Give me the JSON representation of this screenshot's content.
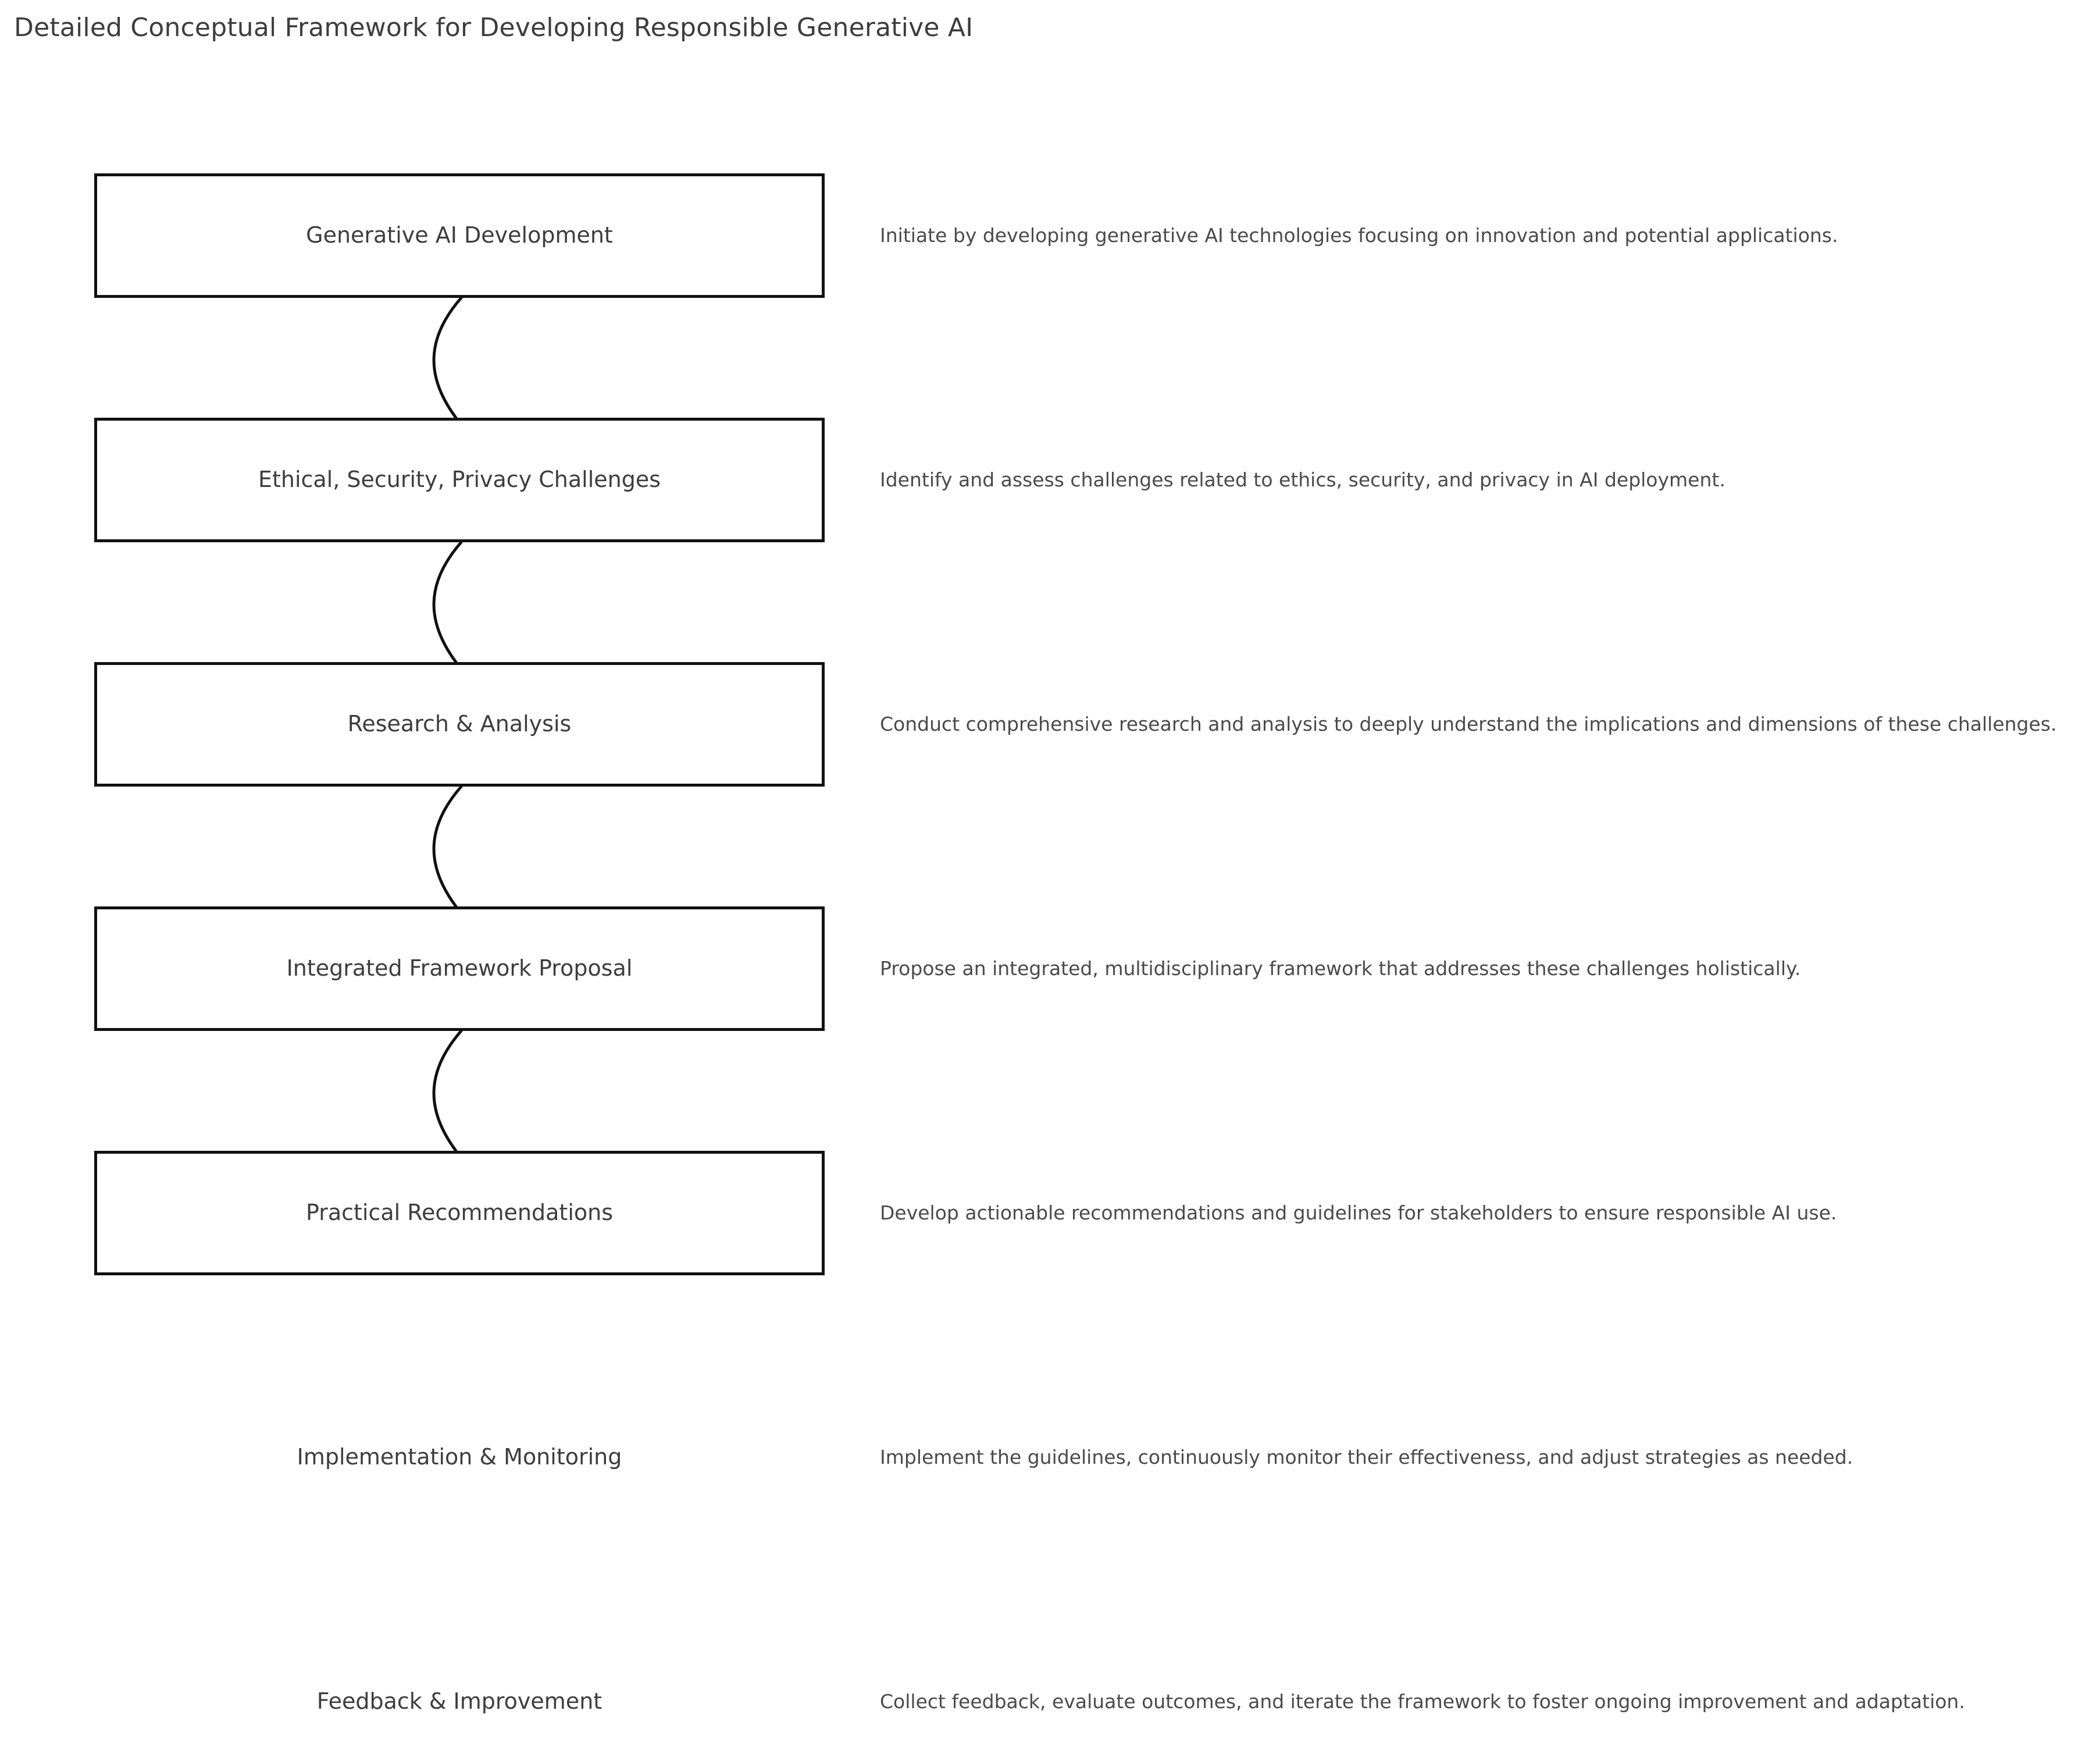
{
  "page": {
    "title": "Detailed Conceptual Framework for Developing Responsible Generative AI",
    "background_color": "#ffffff",
    "box_border_color": "#111111",
    "label_color": "#3d3d3d",
    "description_color": "#4a4a4a"
  },
  "diagram": {
    "type": "flowchart",
    "orientation": "vertical",
    "connector_style": "curved-s",
    "steps": [
      {
        "label": "Generative AI Development",
        "description": "Initiate by developing generative AI technologies focusing on innovation and potential applications.",
        "boxed": true
      },
      {
        "label": "Ethical, Security, Privacy Challenges",
        "description": "Identify and assess challenges related to ethics, security, and privacy in AI deployment.",
        "boxed": true
      },
      {
        "label": "Research & Analysis",
        "description": "Conduct comprehensive research and analysis to deeply understand the implications and dimensions of these challenges.",
        "boxed": true
      },
      {
        "label": "Integrated Framework Proposal",
        "description": "Propose an integrated, multidisciplinary framework that addresses these challenges holistically.",
        "boxed": true
      },
      {
        "label": "Practical Recommendations",
        "description": "Develop actionable recommendations and guidelines for stakeholders to ensure responsible AI use.",
        "boxed": true
      },
      {
        "label": "Implementation & Monitoring",
        "description": "Implement the guidelines, continuously monitor their effectiveness, and adjust strategies as needed.",
        "boxed": false
      },
      {
        "label": "Feedback & Improvement",
        "description": "Collect feedback, evaluate outcomes, and iterate the framework to foster ongoing improvement and adaptation.",
        "boxed": false
      }
    ]
  }
}
